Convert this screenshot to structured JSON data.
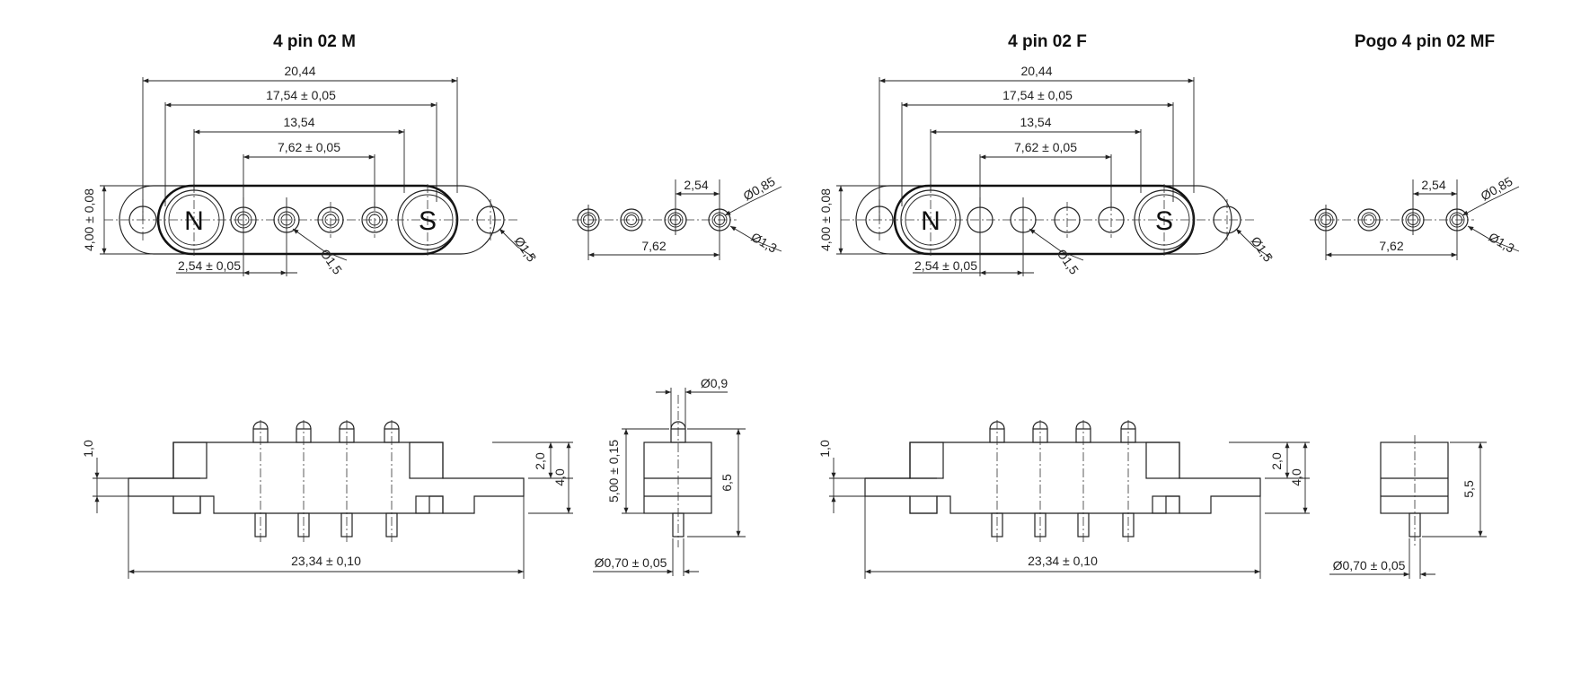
{
  "titles": {
    "left": "4 pin 02 M",
    "middle": "4 pin 02 F",
    "right": "Pogo 4 pin 02 MF"
  },
  "poles": {
    "north": "N",
    "south": "S"
  },
  "top_view_dims": {
    "overall": "20,44",
    "outer_mag": "17,54 ± 0,05",
    "mag_centers": "13,54",
    "pin_span": "7,62 ± 0,05",
    "height": "4,00 ± 0,08",
    "pitch": "2,54 ± 0,05",
    "hole_dia": "Ø1,5",
    "mount_dia": "Ø1,5"
  },
  "pin_view_dims": {
    "pitch": "2,54",
    "span": "7,62",
    "tip_dia": "Ø0,85",
    "body_dia": "Ø1,3"
  },
  "side_view_dims": {
    "flange": "1,0",
    "step": "2,0",
    "height": "4,0",
    "length": "23,34 ± 0,10"
  },
  "end_view_dims": {
    "pin_dia": "Ø0,9",
    "body_height": "5,00 ± 0,15",
    "total_height": "6,5",
    "pin_tail_dia": "Ø0,70 ± 0,05"
  },
  "pogo_end_dims": {
    "total_height": "5,5",
    "pin_tail_dia": "Ø0,70 ± 0,05"
  }
}
